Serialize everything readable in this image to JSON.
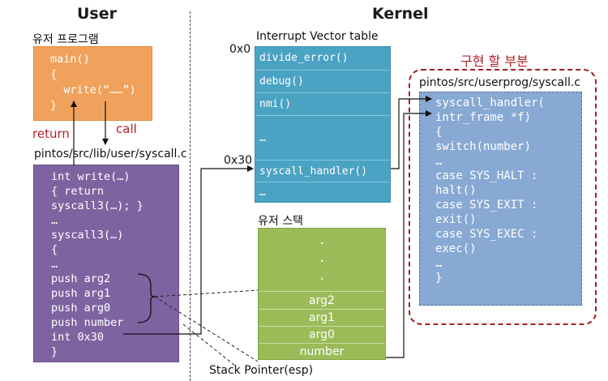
{
  "headers": {
    "user": "User",
    "kernel": "Kernel"
  },
  "user_program": {
    "title": "유저 프로그램",
    "lines": [
      "main()",
      "{",
      "  write(“……”)",
      "}"
    ]
  },
  "arrows": {
    "return_label": "return",
    "call_label": "call"
  },
  "user_lib": {
    "title": "pintos/src/lib/user/syscall.c",
    "lines": [
      "int write(…)",
      "{ return",
      "syscall3(…); }",
      "…",
      "syscall3(…)",
      "{",
      "…",
      "push arg2",
      "push arg1",
      "push arg0",
      "push number",
      "int 0x30",
      "}"
    ]
  },
  "ivt": {
    "title": "Interrupt Vector table",
    "label_top": "0x0",
    "label_mid": "0x30",
    "rows": [
      "divide_error()",
      "debug()",
      "nmi()",
      "…",
      "syscall_handler()",
      "…"
    ]
  },
  "user_stack": {
    "title": "유저 스택",
    "rows": [
      ".",
      ".",
      ".",
      "arg2",
      "arg1",
      "arg0",
      "number"
    ],
    "pointer_label": "Stack Pointer(esp)"
  },
  "kernel_impl": {
    "section_label": "구현 할 부분",
    "title": "pintos/src/userprog/syscall.c",
    "lines": [
      "syscall_handler(",
      "intr_frame *f)",
      "{",
      "switch(number)",
      "…",
      "case SYS_HALT :",
      "halt()",
      "case SYS_EXIT :",
      "exit()",
      "case SYS_EXEC :",
      "exec()",
      "…",
      "}"
    ]
  },
  "colors": {
    "orange": "#f0a25c",
    "purple": "#7f63a1",
    "ivt_blue": "#4aa3c3",
    "stack_green": "#9bbb59",
    "impl_blue": "#87a9d3",
    "dashed_red": "#a31f1f"
  }
}
